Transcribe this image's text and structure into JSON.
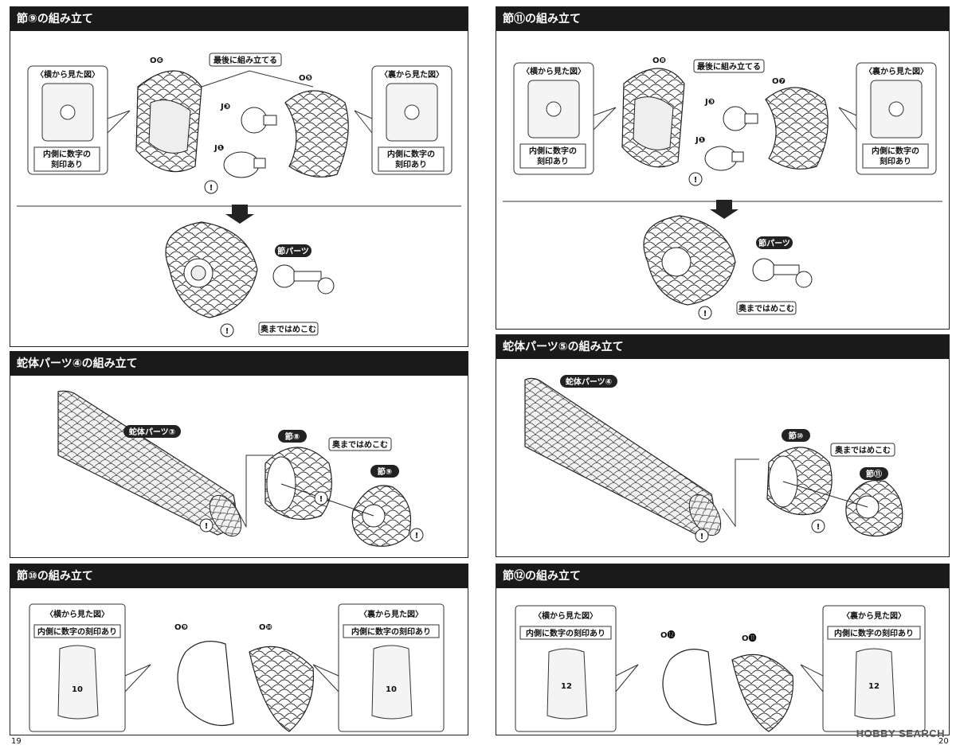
{
  "pages": {
    "left": "19",
    "right": "20"
  },
  "watermark": "HOBBY SEARCH",
  "p1": {
    "title": "節⑨の組み立て",
    "side_view": "〈横から見た図〉",
    "back_view": "〈裏から見た図〉",
    "note_l1": "内側に数字の",
    "note_l2": "刻印あり",
    "note_r1": "内側に数字の",
    "note_r2": "刻印あり",
    "last": "最後に組み立てる",
    "o_a": "O❻",
    "o_b": "O❺",
    "j_a": "J❸",
    "j_b": "J❶",
    "bubble": "節パーツ",
    "insert": "奥まではめこむ"
  },
  "p2": {
    "title": "節⑪の組み立て",
    "side_view": "〈横から見た図〉",
    "back_view": "〈裏から見た図〉",
    "note_l1": "内側に数字の",
    "note_l2": "刻印あり",
    "note_r1": "内側に数字の",
    "note_r2": "刻印あり",
    "last": "最後に組み立てる",
    "o_a": "O❽",
    "o_b": "O❼",
    "j_a": "J❸",
    "j_b": "J❶",
    "bubble": "節パーツ",
    "insert": "奥まではめこむ"
  },
  "p3": {
    "title": "蛇体パーツ④の組み立て",
    "body_part": "蛇体パーツ③",
    "joint_a": "節⑧",
    "joint_b": "節⑨",
    "insert": "奥まではめこむ"
  },
  "p4": {
    "title": "蛇体パーツ⑤の組み立て",
    "body_part": "蛇体パーツ④",
    "joint_a": "節⑩",
    "joint_b": "節⑪",
    "insert": "奥まではめこむ"
  },
  "p5": {
    "title": "節⑩の組み立て",
    "side_view": "〈横から見た図〉",
    "back_view": "〈裏から見た図〉",
    "note_l": "内側に数字の刻印あり",
    "note_r": "内側に数字の刻印あり",
    "o_a": "O❾",
    "o_b": "O❿",
    "num_l": "10",
    "num_r": "10"
  },
  "p6": {
    "title": "節⑫の組み立て",
    "side_view": "〈横から見た図〉",
    "back_view": "〈裏から見た図〉",
    "note_l": "内側に数字の刻印あり",
    "note_r": "内側に数字の刻印あり",
    "o_a": "O⓬",
    "o_b": "O⓫",
    "num_l": "12",
    "num_r": "12"
  }
}
